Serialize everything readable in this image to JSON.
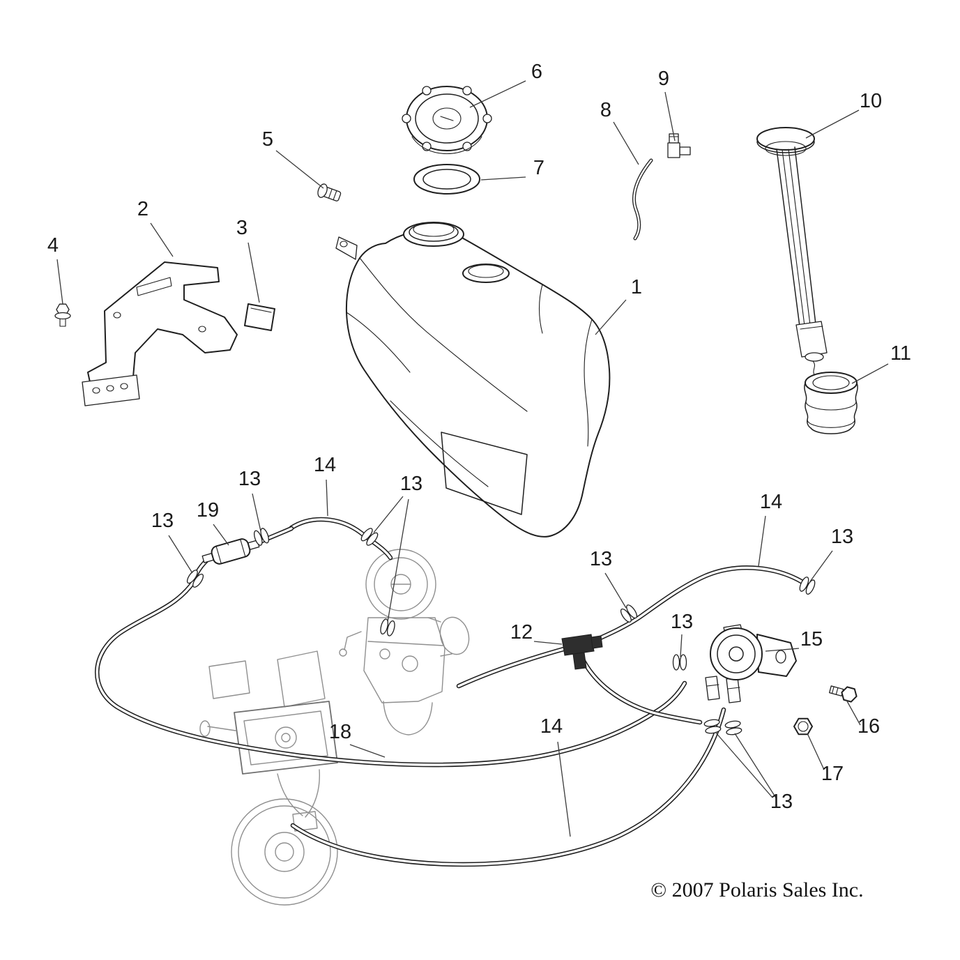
{
  "diagram": {
    "copyright": "© 2007 Polaris Sales Inc.",
    "callouts": [
      {
        "label": "6"
      },
      {
        "label": "9"
      },
      {
        "label": "8"
      },
      {
        "label": "10"
      },
      {
        "label": "5"
      },
      {
        "label": "7"
      },
      {
        "label": "2"
      },
      {
        "label": "3"
      },
      {
        "label": "4"
      },
      {
        "label": "1"
      },
      {
        "label": "11"
      },
      {
        "label": "13"
      },
      {
        "label": "14"
      },
      {
        "label": "13"
      },
      {
        "label": "19"
      },
      {
        "label": "13"
      },
      {
        "label": "14"
      },
      {
        "label": "13"
      },
      {
        "label": "13"
      },
      {
        "label": "12"
      },
      {
        "label": "13"
      },
      {
        "label": "15"
      },
      {
        "label": "16"
      },
      {
        "label": "17"
      },
      {
        "label": "13"
      },
      {
        "label": "18"
      },
      {
        "label": "14"
      }
    ]
  }
}
